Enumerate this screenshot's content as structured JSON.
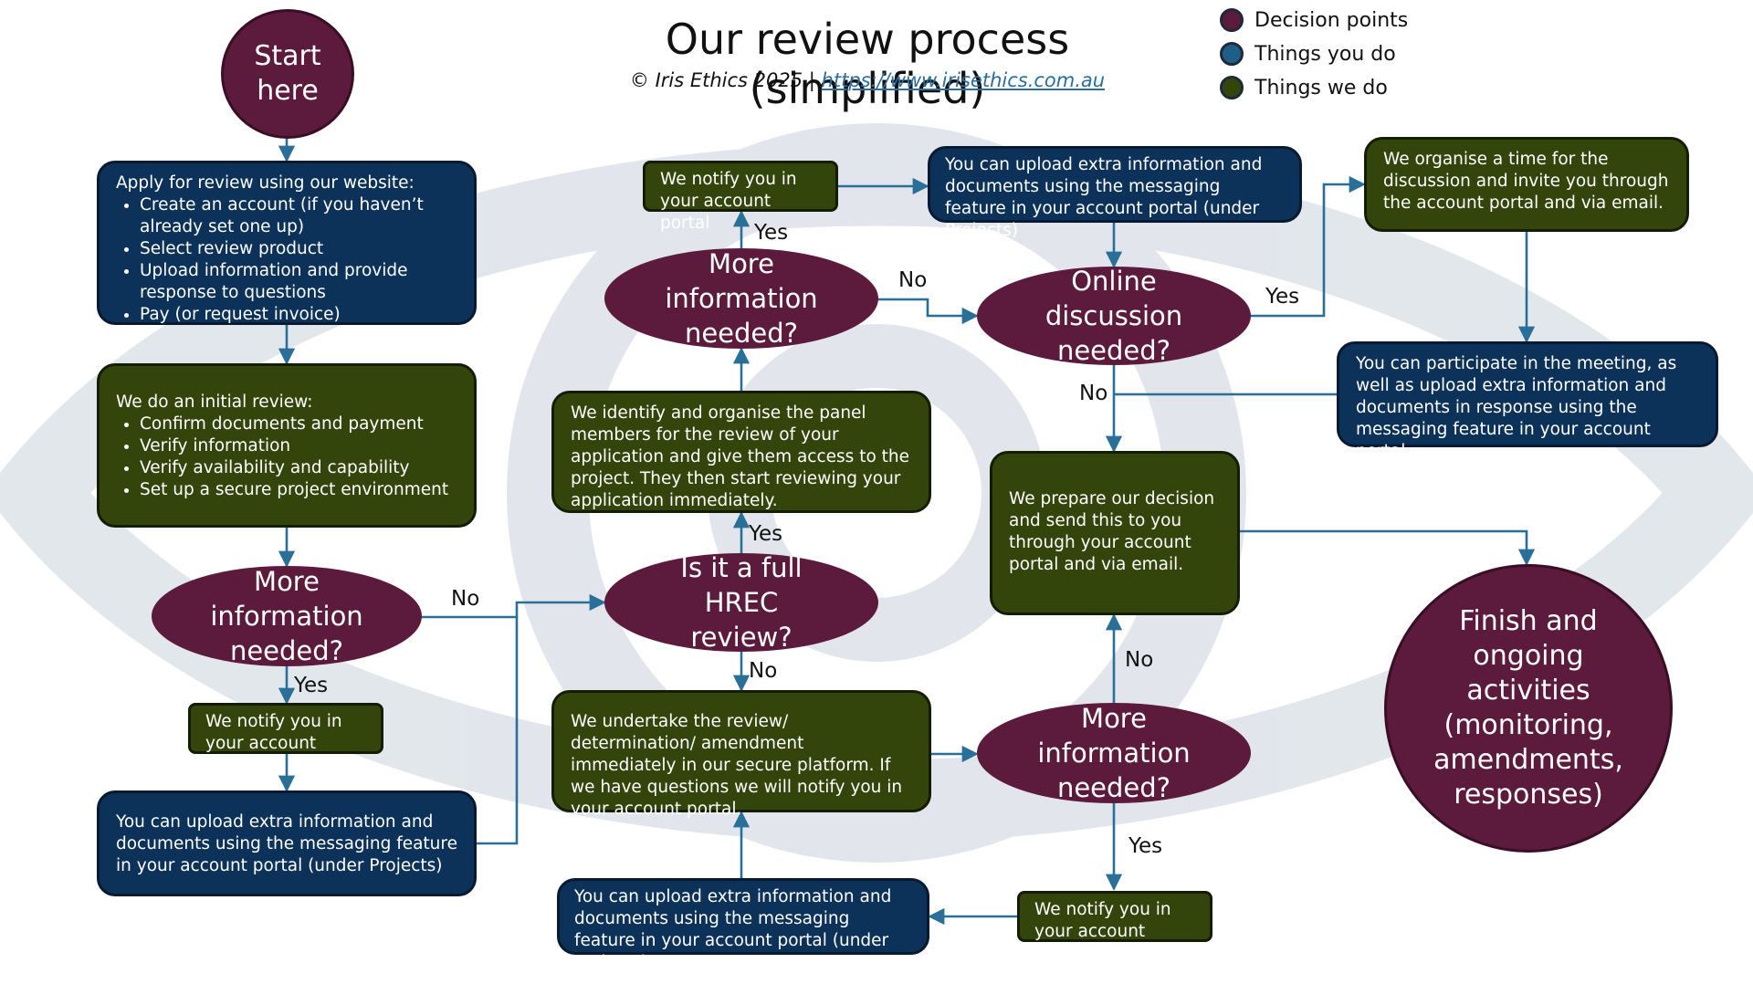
{
  "title": "Our review process (simplified)",
  "subtitle": {
    "copyright": "© Iris Ethics 2025 |",
    "link": "https://www.irisethics.com.au"
  },
  "legend": [
    {
      "label": "Decision points",
      "color": "#5c1a3c"
    },
    {
      "label": "Things you do",
      "color": "#1e5f8a"
    },
    {
      "label": "Things we do",
      "color": "#34450c"
    }
  ],
  "colors": {
    "decision": "#5c1a3c",
    "you_do": "#0d3259",
    "we_do": "#34450c",
    "connector": "#2a6f98"
  },
  "nodes": {
    "start": "Start here",
    "apply": {
      "intro": "Apply for review using our website:",
      "bullets": [
        "Create an account (if you haven’t already set one up)",
        "Select review product",
        "Upload information and provide response to questions",
        "Pay (or request invoice)"
      ]
    },
    "initial_review": {
      "intro": "We do an initial review:",
      "bullets": [
        "Confirm documents and payment",
        "Verify information",
        "Verify availability and capability",
        "Set up a secure project environment"
      ]
    },
    "decision_more_info_1": "More information needed?",
    "notify_1": "We notify you in your account portal",
    "upload_1": "You can upload extra information and documents using the messaging feature in your account portal (under Projects)",
    "decision_full_hrec": "Is it a full HREC review?",
    "panel": "We identify and organise the panel members for the review of your application and give them access to the project. They then start reviewing your application immediately.",
    "decision_more_info_2": "More information needed?",
    "notify_2": "We notify you in your account portal",
    "upload_2": "You can upload extra information and documents using the messaging feature in your account portal (under Projects)",
    "decision_online": "Online discussion needed?",
    "organise_time": "We organise a time for the discussion and invite you through the account portal and via email.",
    "participate": "You can participate in the meeting, as well as upload extra information and documents in response using the messaging feature in your account portal.",
    "prepare_decision": "We prepare our decision and send this to you through your account portal and via email.",
    "undertake": "We undertake the review/ determination/ amendment immediately in our secure platform. If we have questions we will notify you in your account portal.",
    "decision_more_info_3": "More information needed?",
    "notify_3": "We notify you in your account portal",
    "upload_3": "You can upload extra information and documents using the messaging feature in your account portal (under Projects)",
    "finish": "Finish and ongoing activities (monitoring, amendments, responses)"
  },
  "edge_labels": {
    "no_1": "No",
    "yes_1": "Yes",
    "yes_hrec": "Yes",
    "no_hrec": "No",
    "yes_2": "Yes",
    "no_2": "No",
    "yes_online": "Yes",
    "no_online": "No",
    "no_3": "No",
    "yes_3": "Yes"
  }
}
